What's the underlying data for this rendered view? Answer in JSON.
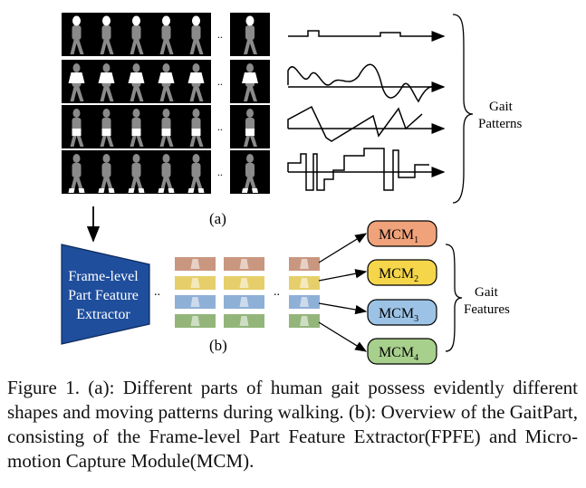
{
  "figure": {
    "panel_a_label": "(a)",
    "panel_b_label": "(b)",
    "gait_patterns_label": [
      "Gait",
      "Patterns"
    ],
    "gait_features_label": [
      "Gait",
      "Features"
    ],
    "fpfe_label": [
      "Frame-level",
      "Part Feature",
      "Extractor"
    ],
    "ellipsis": "..",
    "mcm": [
      {
        "text": "MCM",
        "sub": "1",
        "color": "#f0a27a"
      },
      {
        "text": "MCM",
        "sub": "2",
        "color": "#f5d64a"
      },
      {
        "text": "MCM",
        "sub": "3",
        "color": "#9cc3e6"
      },
      {
        "text": "MCM",
        "sub": "4",
        "color": "#a8d08d"
      }
    ],
    "part_colors": [
      "#c9977f",
      "#e6cf6a",
      "#8fb0d6",
      "#93b57a"
    ],
    "fpfe_color": "#1f4e9c"
  },
  "caption": {
    "text": "Figure 1. (a): Different parts of human gait possess evidently different shapes and moving patterns during walking. (b): Overview of the GaitPart, consisting of the Frame-level Part Feature Extractor(FPFE) and Micro-motion Capture Module(MCM)."
  }
}
